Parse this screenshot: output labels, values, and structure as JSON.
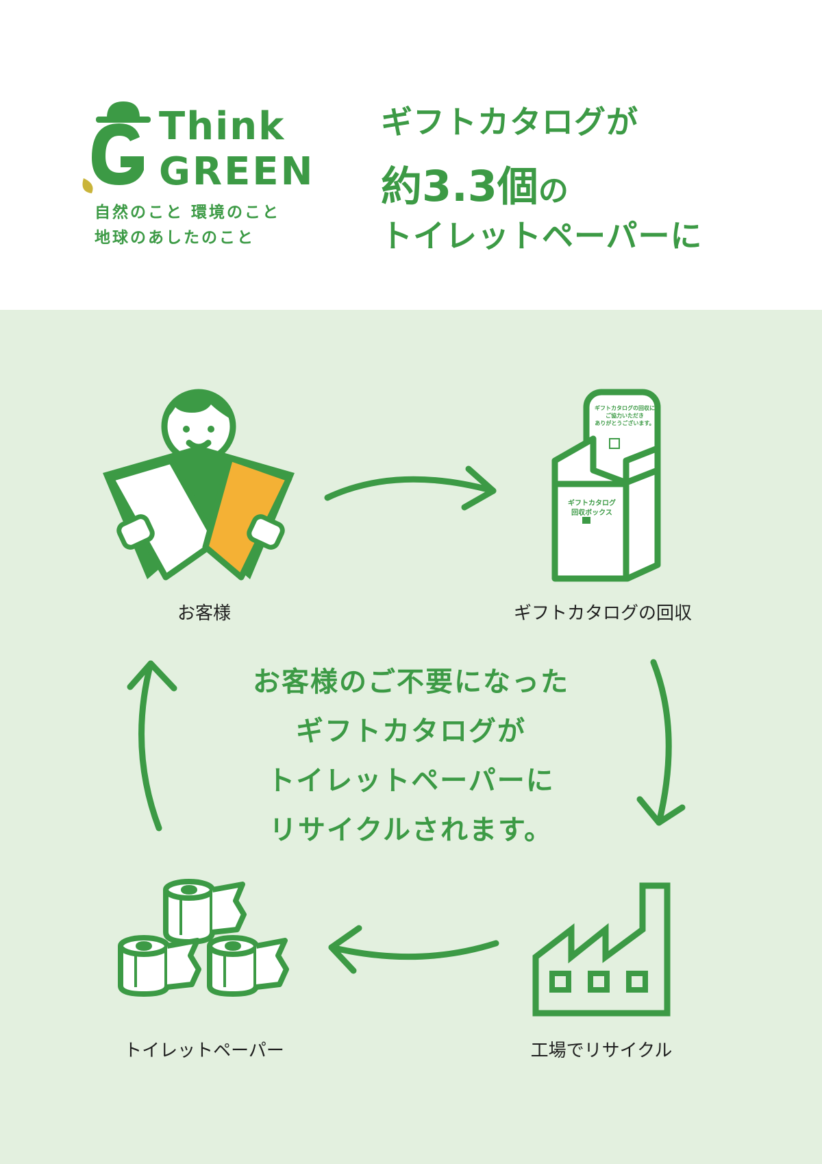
{
  "logo": {
    "think": "Think",
    "green": "GREEN",
    "tagline_line1": "自然のこと 環境のこと",
    "tagline_line2": "地球のあしたのこと"
  },
  "headline": {
    "line1": "ギフトカタログが",
    "line2_prefix": "約",
    "line2_number": "3.3",
    "line2_suffix": "個",
    "line2_particle": "の",
    "line3": "トイレットペーパーに"
  },
  "cycle": {
    "customer": "お客様",
    "collection": "ギフトカタログの回収",
    "factory": "工場でリサイクル",
    "toilet_paper": "トイレットペーパー"
  },
  "collection_box": {
    "poster_line1": "ギフトカタログの回収に",
    "poster_line2": "ご協力いただき",
    "poster_line3": "ありがとうございます。",
    "box_line1": "ギフトカタログ",
    "box_line2": "回収ボックス"
  },
  "center_message": [
    "お客様のご不要になった",
    "ギフトカタログが",
    "トイレットペーパーに",
    "リサイクルされます。"
  ],
  "colors": {
    "brand_green": "#3c9a45",
    "light_green_bg": "#e3f0df",
    "catalog_orange": "#f4b135"
  }
}
